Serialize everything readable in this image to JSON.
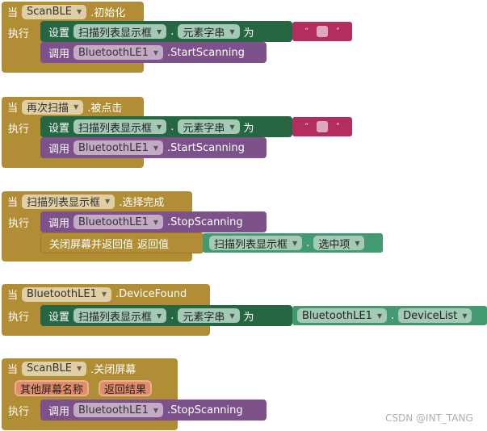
{
  "labels": {
    "when": "当",
    "do": "执行",
    "set": "设置",
    "to": "为",
    "call": "调用",
    "dot": ".",
    "open_quote": "“",
    "close_quote": "”"
  },
  "blocks": [
    {
      "component": "ScanBLE",
      "event": ".初始化",
      "set_component": "扫描列表显示框",
      "set_property": "元素字串",
      "call_component": "BluetoothLE1",
      "call_method": ".StartScanning"
    },
    {
      "component": "再次扫描",
      "event": ".被点击",
      "set_component": "扫描列表显示框",
      "set_property": "元素字串",
      "call_component": "BluetoothLE1",
      "call_method": ".StartScanning"
    },
    {
      "component": "扫描列表显示框",
      "event": ".选择完成",
      "call_component": "BluetoothLE1",
      "call_method": ".StopScanning",
      "close_label": "关闭屏幕并返回值",
      "close_arg": "返回值",
      "get_component": "扫描列表显示框",
      "get_property": "选中项"
    },
    {
      "component": "BluetoothLE1",
      "event": ".DeviceFound",
      "set_component": "扫描列表显示框",
      "set_property": "元素字串",
      "get_component": "BluetoothLE1",
      "get_property": "DeviceList"
    },
    {
      "component": "ScanBLE",
      "event": ".关闭屏幕",
      "params": [
        "其他屏幕名称",
        "返回结果"
      ],
      "call_component": "BluetoothLE1",
      "call_method": ".StopScanning"
    }
  ],
  "watermark": "CSDN @INT_TANG",
  "colors": {
    "event": "#B18E35",
    "setter": "#266643",
    "getter": "#439970",
    "call": "#7D5189",
    "text": "#B32D5E"
  }
}
